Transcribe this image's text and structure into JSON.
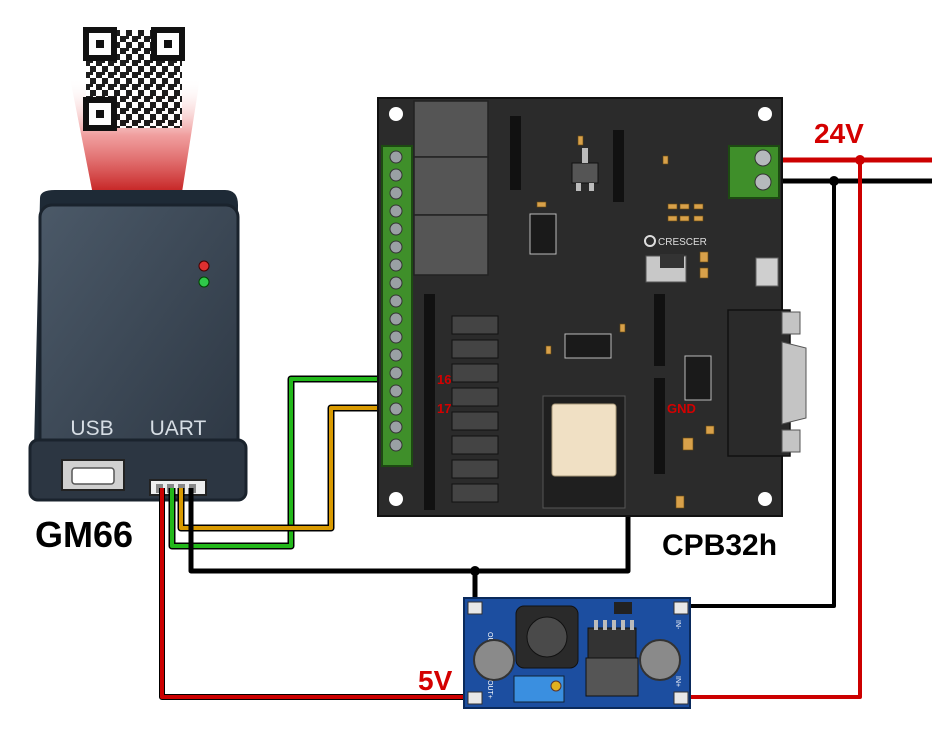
{
  "scanner": {
    "name": "GM66",
    "port_usb": "USB",
    "port_uart": "UART"
  },
  "controller": {
    "name": "CPB32h",
    "logo_text": "CRESCER",
    "pin_16": "16",
    "pin_17": "17",
    "pin_gnd": "GND"
  },
  "converter": {
    "out_minus": "OUT-",
    "out_plus": "OUT+",
    "in_minus": "IN-",
    "in_plus": "IN+"
  },
  "labels": {
    "supply_24v": "24V",
    "supply_5v": "5V"
  },
  "colors": {
    "wire_red": "#cc0000",
    "wire_black": "#000000",
    "wire_green": "#22b81a",
    "wire_orange": "#d99a00",
    "board": "#2b2b2b",
    "scanner_body": "#3a4654",
    "converter_board": "#1c4ea0",
    "label_red": "#d40000"
  }
}
